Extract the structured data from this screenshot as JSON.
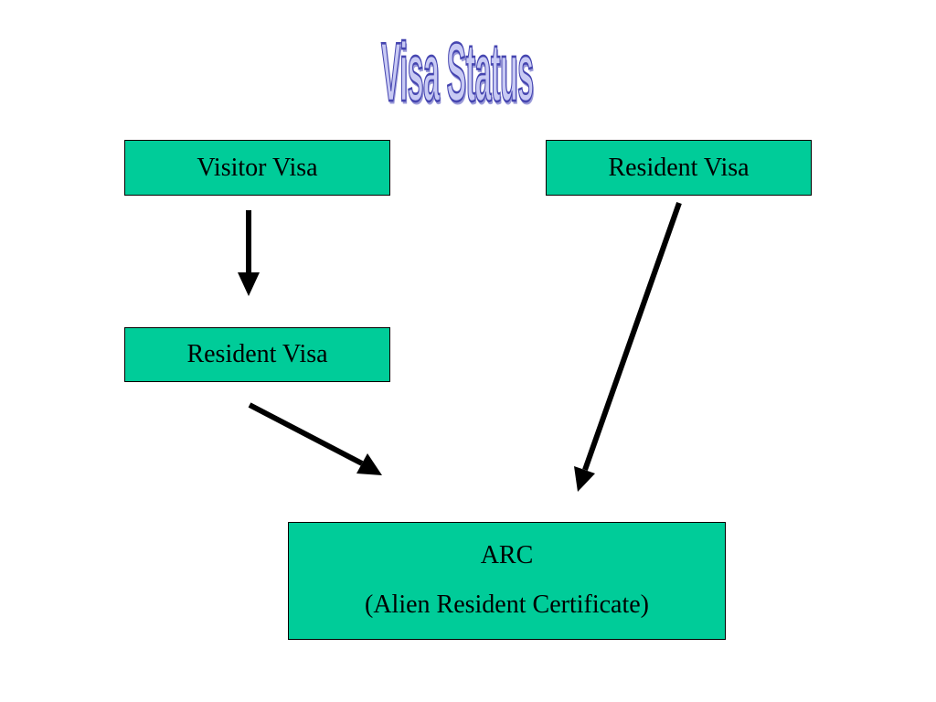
{
  "title": "Visa Status",
  "boxes": {
    "visitor_visa": "Visitor Visa",
    "resident_visa_left": "Resident Visa",
    "resident_visa_right": "Resident Visa",
    "arc_line1": "ARC",
    "arc_line2": "(Alien Resident Certificate)"
  },
  "colors": {
    "box_fill": "#00cc99",
    "title_fill": "#c8caf4",
    "title_outline": "#4545b0",
    "arrow": "#000000"
  },
  "edges": [
    {
      "from": "Visitor Visa",
      "to": "Resident Visa"
    },
    {
      "from": "Resident Visa",
      "to": "ARC"
    },
    {
      "from": "Resident Visa",
      "to": "ARC"
    }
  ]
}
